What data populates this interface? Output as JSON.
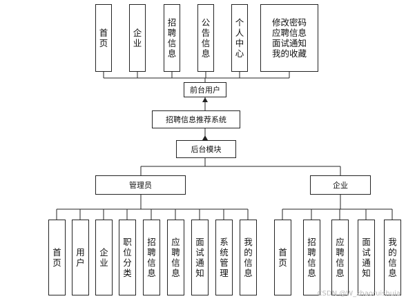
{
  "diagram": {
    "root": "招聘信息推荐系统",
    "frontend": {
      "title": "前台用户",
      "modules": [
        "首页",
        "企业",
        "招聘信息",
        "公告信息",
        "个人中心"
      ],
      "personal_center_items": "修改密码应聘信息面试通知我的收藏"
    },
    "backend": {
      "title": "后台模块",
      "admin": {
        "title": "管理员",
        "modules": [
          "首页",
          "用户",
          "企业",
          "职位分类",
          "招聘信息",
          "应聘信息",
          "面试通知",
          "系统管理",
          "我的信息"
        ]
      },
      "company": {
        "title": "企业",
        "modules": [
          "首页",
          "招聘信息",
          "应聘信息",
          "面试通知",
          "我的信息"
        ]
      }
    }
  },
  "watermark": "CSDN @W_zhaoruishuia",
  "colors": {
    "line": "#222222",
    "background": "#ffffff",
    "watermark": "#b8b8b8"
  }
}
